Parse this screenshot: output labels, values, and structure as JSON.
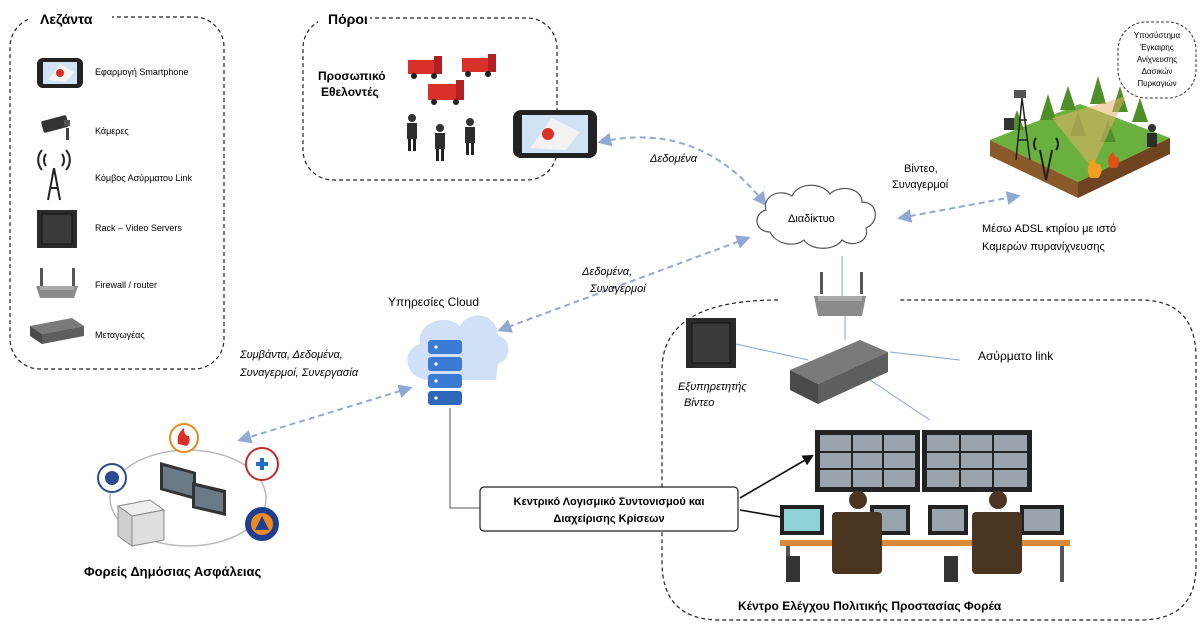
{
  "legend": {
    "title": "Λεζάντα",
    "items": [
      {
        "label": "Εφαρμογή Smartphone",
        "icon": "smartphone-icon"
      },
      {
        "label": "Κάμερες",
        "icon": "camera-icon"
      },
      {
        "label": "Κόμβος Ασύρματου Link",
        "icon": "antenna-icon"
      },
      {
        "label": "Rack – Video Servers",
        "icon": "rack-icon"
      },
      {
        "label": "Firewall / router",
        "icon": "router-icon"
      },
      {
        "label": "Μεταγωγέας",
        "icon": "switch-icon"
      }
    ]
  },
  "resources": {
    "title": "Πόροι",
    "staff_line1": "Προσωπικό",
    "staff_line2": "Εθελοντές"
  },
  "labels": {
    "data_top": "Δεδομένα",
    "internet": "Διαδίκτυο",
    "video_alarms_1": "Βίντεο,",
    "video_alarms_2": "Συναγερμοί",
    "fire_system_lines": [
      "Υποσύστημα",
      "Έγκαιρης",
      "Ανίχνευσης",
      "Δασικών",
      "Πυρκαγιών"
    ],
    "adsl_line1": "Μέσω ADSL κτιρίου με ιστό",
    "adsl_line2": "Καμερών πυρανίχνευσης",
    "cloud": "Υπηρεσίες Cloud",
    "data_alarms_1": "Δεδομένα,",
    "data_alarms_2": "Συναγερμοί",
    "incidents_1": "Συμβάντα, Δεδομένα,",
    "incidents_2": "Συναγερμοί, Συνεργασία",
    "wireless_link": "Ασύρματο link",
    "video_server_1": "Εξυπηρετητής",
    "video_server_2": "Βίντεο",
    "central_sw_1": "Κεντρικό Λογισμικό Συντονισμού και",
    "central_sw_2": "Διαχείρισης Κρίσεων",
    "public_safety": "Φορείς Δημόσιας Ασφάλειας",
    "control_center": "Κέντρο Ελέγχου Πολιτικής Προστασίας Φορέα"
  },
  "colors": {
    "dashed_arrow": "#8fa9d4",
    "fire_red": "#d9302a",
    "grass_green": "#6ab03e",
    "cloud_blue": "#3b7bd4",
    "line_blue": "#7fa6d6"
  }
}
